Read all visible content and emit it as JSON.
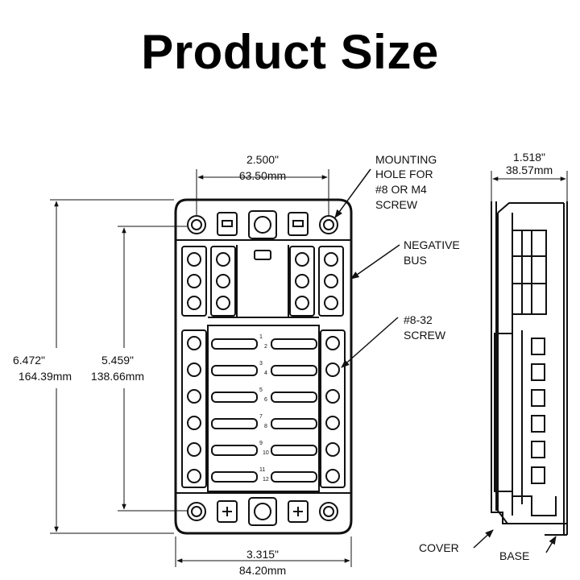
{
  "title": "Product Size",
  "dimensions": {
    "top_width_in": "2.500\"",
    "top_width_mm": "63.50mm",
    "outer_height_in": "6.472\"",
    "outer_height_mm": "164.39mm",
    "inner_height_in": "5.459\"",
    "inner_height_mm": "138.66mm",
    "bottom_width_in": "3.315\"",
    "bottom_width_mm": "84.20mm",
    "side_width_in": "1.518\"",
    "side_width_mm": "38.57mm"
  },
  "callouts": {
    "mounting_hole": [
      "MOUNTING",
      "HOLE FOR",
      "#8 OR M4",
      "SCREW"
    ],
    "negative_bus": [
      "NEGATIVE",
      "BUS"
    ],
    "screw": [
      "#8-32",
      "SCREW"
    ],
    "cover": "COVER",
    "base": "BASE"
  },
  "fuse_numbers": [
    "1",
    "2",
    "3",
    "4",
    "5",
    "6",
    "7",
    "8",
    "9",
    "10",
    "11",
    "12"
  ]
}
